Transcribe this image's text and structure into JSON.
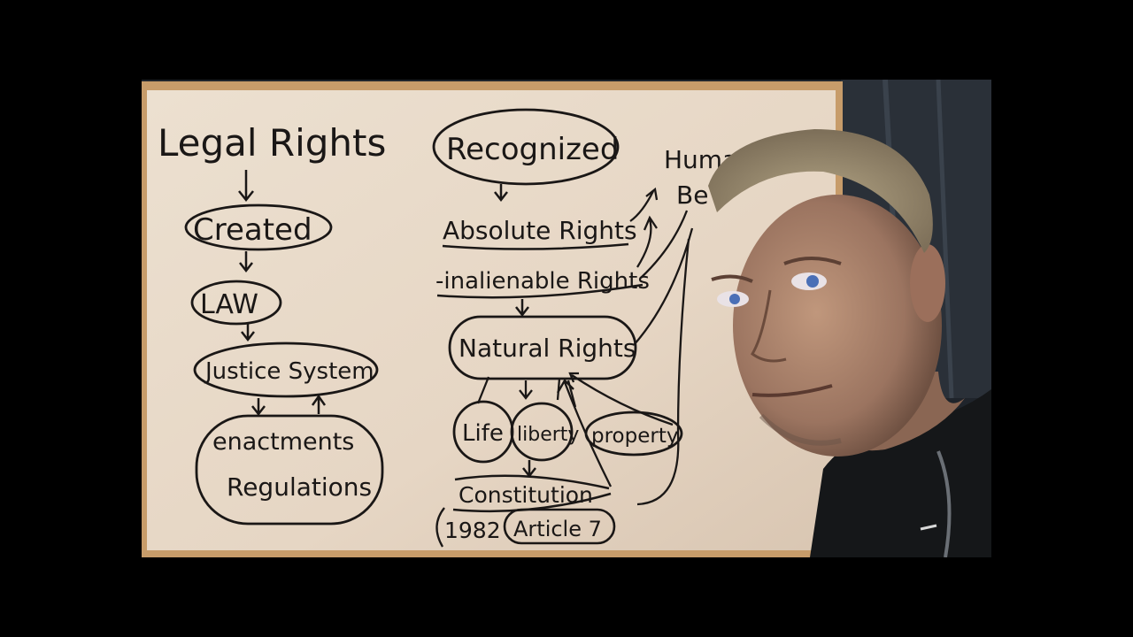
{
  "whiteboard": {
    "left_column": {
      "title": "Legal Rights",
      "created": "Created",
      "law": "LAW",
      "justice": "Justice System",
      "enactments": "enactments",
      "regulations": "Regulations"
    },
    "middle_column": {
      "recognized": "Recognized",
      "absolute": "Absolute Rights",
      "inalienable": "-inalienable Rights",
      "natural": "Natural Rights",
      "life": "Life",
      "liberty": "liberty",
      "property": "property",
      "constitution": "Constitution",
      "year": "1982",
      "article": "Article 7"
    },
    "right_column": {
      "human_partial": "Huma",
      "beings_partial": "Be"
    }
  },
  "colors": {
    "board": "#e9dccb",
    "frame": "#c79c6a",
    "ink": "#1a1716",
    "skin": "#b0876f",
    "hair": "#9c8c72",
    "shirt": "#151719"
  }
}
